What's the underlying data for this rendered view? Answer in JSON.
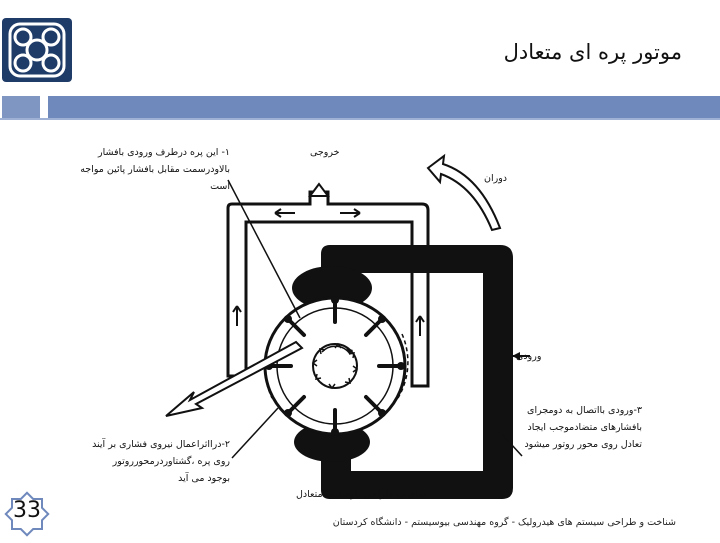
{
  "slide": {
    "title": "موتور پره ای متعادل",
    "page_number": "33",
    "footer": "شناخت و طراحی سیستم های هیدرولیک - گروه مهندسی بیوسیستم - دانشگاه کردستان"
  },
  "diagram": {
    "labels": {
      "outlet": "خروجی",
      "rotation": "دوران",
      "inlet": "ورودی",
      "note1": "۱- این پره درطرف ورودی بافشار\nبالاودرسمت مقابل بافشار پائین مواجه\nاست",
      "note2": "۲-درااثراعمال نیروی فشاری بر آیند\nروی پره ،گشتاوردرمحورروتور\nبوجود می آید",
      "note3": "۳-ورودی بااتصال به دومجرای\nبافشارهای متضادموجب ایجاد\nتعادل روی محور روتور میشود",
      "caption": "نمای ب طراحی باوضعیت متعادل"
    }
  }
}
